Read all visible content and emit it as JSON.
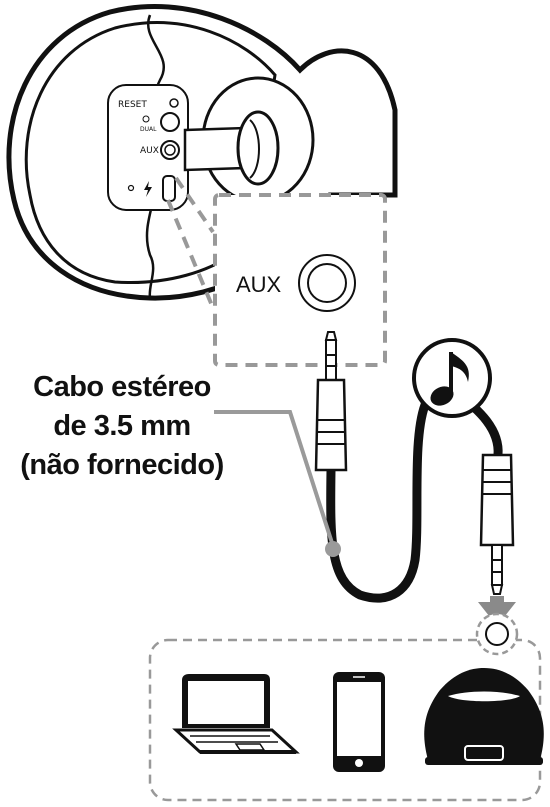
{
  "speaker_panel": {
    "reset_label": "RESET",
    "dual_label": "DUAL",
    "aux_label": "AUX"
  },
  "callout": {
    "aux_label": "AUX"
  },
  "cable_label": {
    "line1": "Cabo estéreo",
    "line2": "de 3.5 mm",
    "line3": "(não fornecido)"
  },
  "icons": [
    "music-note-icon",
    "laptop-icon",
    "smartphone-icon",
    "speaker-device-icon",
    "charge-icon",
    "down-arrow-icon"
  ],
  "colors": {
    "line": "#111111",
    "dash": "#999999",
    "arrow": "#8a8a8a",
    "leader": "#9a9a9a"
  }
}
